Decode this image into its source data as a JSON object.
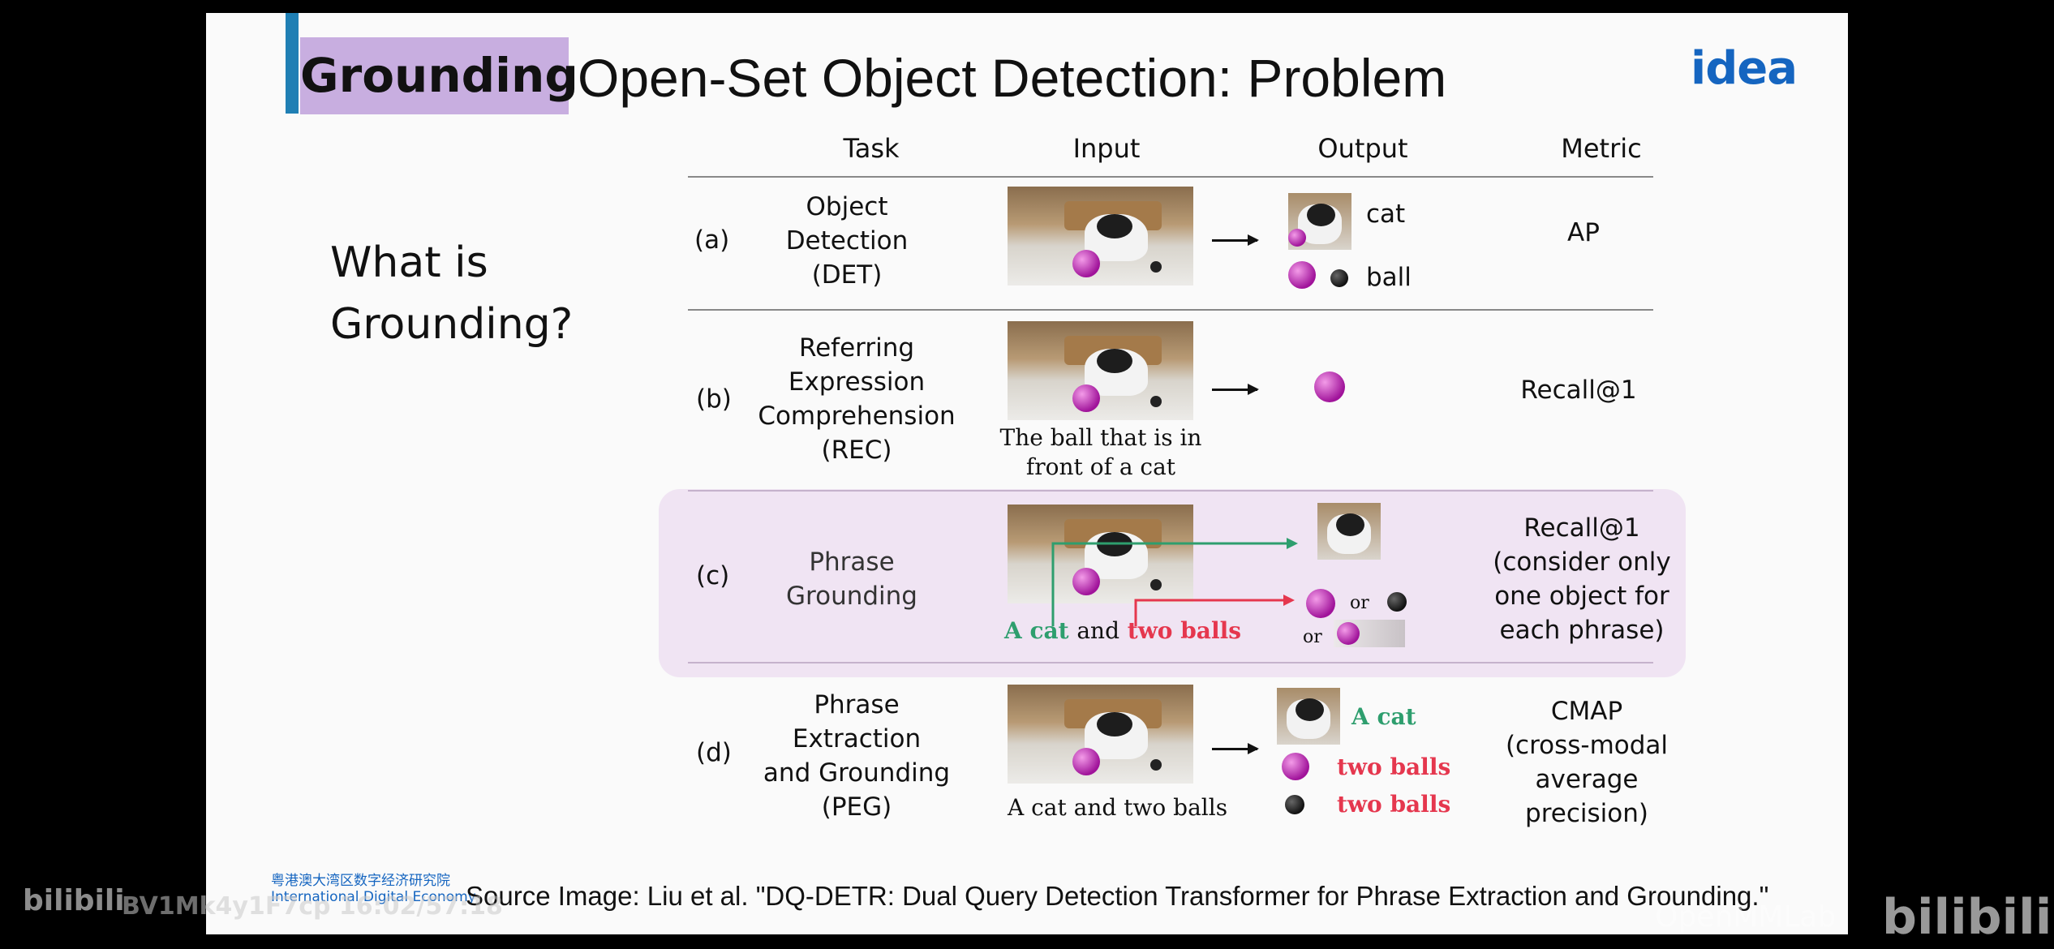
{
  "slide": {
    "tag": "Grounding",
    "title": "Open-Set Object Detection: Problem",
    "logo": "idea",
    "question_line1": "What is",
    "question_line2": "Grounding?"
  },
  "table": {
    "headers": [
      "Task",
      "Input",
      "Output",
      "Metric"
    ],
    "rows": [
      {
        "label": "(a)",
        "task": [
          "Object",
          "Detection",
          "(DET)"
        ],
        "input_caption": [],
        "output_labels": [
          "cat",
          "ball"
        ],
        "metric": [
          "AP"
        ]
      },
      {
        "label": "(b)",
        "task": [
          "Referring",
          "Expression",
          "Comprehension",
          "(REC)"
        ],
        "input_caption": [
          "The ball that is in",
          "front of a cat"
        ],
        "output_labels": [],
        "metric": [
          "Recall@1"
        ]
      },
      {
        "label": "(c)",
        "task": [
          "Phrase",
          "Grounding"
        ],
        "input_phrase": [
          "A cat",
          "and",
          "two balls"
        ],
        "output_labels": [
          "or",
          "or"
        ],
        "metric": [
          "Recall@1",
          "(consider only",
          "one object for",
          "each phrase)"
        ]
      },
      {
        "label": "(d)",
        "task": [
          "Phrase",
          "Extraction",
          "and Grounding",
          "(PEG)"
        ],
        "input_caption": [
          "A cat and two balls"
        ],
        "output_labels": [
          "A cat",
          "two balls",
          "two balls"
        ],
        "metric": [
          "CMAP",
          "(cross-modal",
          "average precision)"
        ]
      }
    ]
  },
  "footer": {
    "org_line1": "粤港澳大湾区数字经济研究院",
    "org_line2": "International Digital Economy",
    "source": "Source Image: Liu et al. \"DQ-DETR: Dual Query Detection Transformer for Phrase Extraction and Grounding.\""
  },
  "watermarks": {
    "left_brand": "bilibili",
    "video_id": "BV1Mk4y1F7cp 16:02/57:18",
    "right_text": "OpenMMLab",
    "right_brand": "bilibili"
  },
  "colors": {
    "tag_bg": "#c8aee0",
    "accent_bar": "#1f7fb4",
    "green_phrase": "#2e9e6e",
    "red_phrase": "#e5374e",
    "logo": "#1565c0"
  }
}
